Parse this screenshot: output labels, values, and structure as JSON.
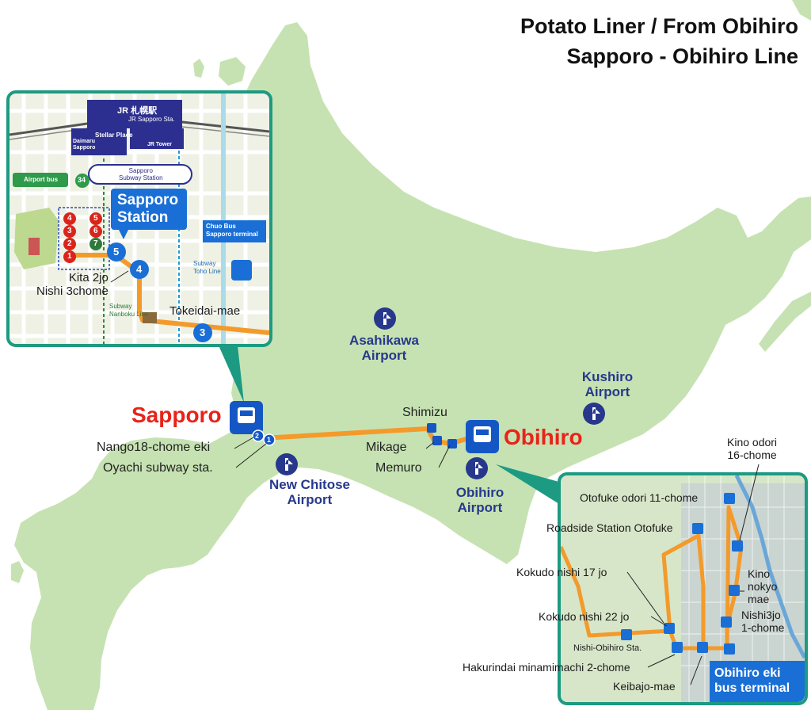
{
  "title": {
    "line1": "Potato Liner / From Obihiro",
    "line2": "Sapporo - Obihiro Line"
  },
  "cities": {
    "sapporo": "Sapporo",
    "obihiro": "Obihiro"
  },
  "airports": {
    "asahikawa": [
      "Asahikawa",
      "Airport"
    ],
    "kushiro": [
      "Kushiro",
      "Airport"
    ],
    "new_chitose": [
      "New Chitose",
      "Airport"
    ],
    "obihiro": [
      "Obihiro",
      "Airport"
    ]
  },
  "route_stops": {
    "nango": "Nango18-chome eki",
    "oyachi": "Oyachi subway sta.",
    "shimizu": "Shimizu",
    "mikage": "Mikage",
    "memuro": "Memuro"
  },
  "sapporo_inset": {
    "jr_station_jp": "JR 札幌駅",
    "jr_station_en": "JR Sapporo Sta.",
    "stellar_place": "Stellar Place",
    "daimaru": [
      "Daimaru",
      "Sapporo"
    ],
    "jr_tower": "JR Tower",
    "subway_station": [
      "Sapporo",
      "Subway Station"
    ],
    "airport_bus": "Airport bus",
    "airport_bus_no": "34",
    "station_callout": [
      "Sapporo",
      "Station"
    ],
    "chuo_bus": [
      "Chuo Bus",
      "Sapporo terminal"
    ],
    "toho_line": [
      "Subway",
      "Toho Line"
    ],
    "nanboku_line": [
      "Subway",
      "Nanboku Line"
    ],
    "kita2jo": [
      "Kita 2jo",
      "Nishi 3chome"
    ],
    "tokeidai": "Tokeidai-mae",
    "stop_numbers": [
      "5",
      "4",
      "3"
    ],
    "red_stops": [
      "4",
      "5",
      "3",
      "6",
      "2",
      "7",
      "1"
    ]
  },
  "obihiro_inset": {
    "kino_odori": [
      "Kino odori",
      "16-chome"
    ],
    "otofuke": "Otofuke odori 11-chome",
    "roadside": "Roadside Station Otofuke",
    "kokudo17": "Kokudo nishi 17 jo",
    "kino_nokyo": [
      "Kino",
      "nokyo",
      "mae"
    ],
    "kokudo22": "Kokudo nishi 22 jo",
    "nishi3jo": [
      "Nishi3jo",
      "1-chome"
    ],
    "nishi_obihiro": "Nishi-Obihiro Sta.",
    "hakurindai": "Hakurindai minamimachi 2-chome",
    "keibajo": "Keibajo-mae",
    "terminal": [
      "Obihiro eki",
      "bus terminal"
    ]
  },
  "main_route_numbers": [
    "2",
    "1"
  ],
  "colors": {
    "land": "#c6e2b2",
    "route": "#f39a2b",
    "teal": "#1d9a82",
    "bus_blue": "#1457c4",
    "airport_navy": "#27388c",
    "city_red": "#e8231a",
    "stop_red": "#d9241c"
  }
}
